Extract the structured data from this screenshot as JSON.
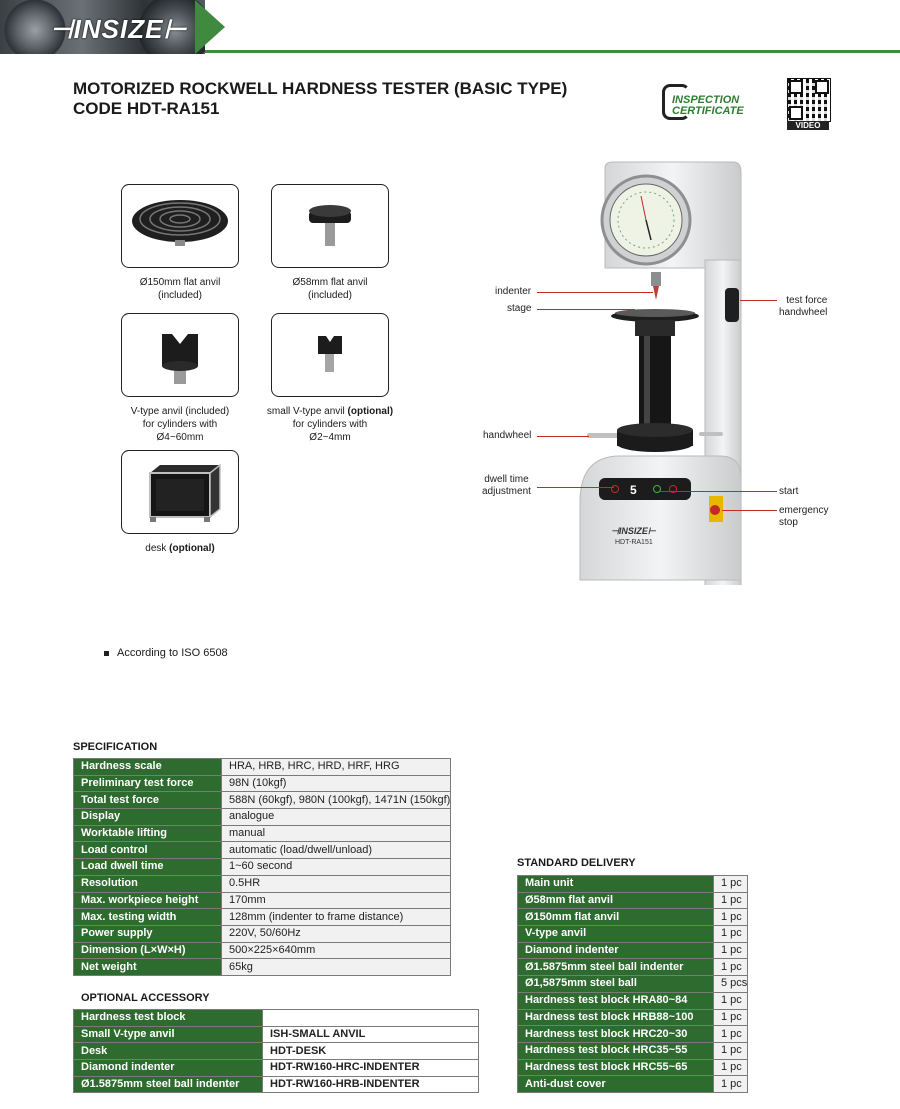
{
  "header": {
    "logo": "⊣INSIZE⊢"
  },
  "title": {
    "line1": "MOTORIZED ROCKWELL HARDNESS TESTER (BASIC TYPE)",
    "line2": "CODE HDT-RA151"
  },
  "badges": {
    "cert_line1": "INSPECTION",
    "cert_line2": "CERTIFICATE",
    "video": "VIDEO"
  },
  "accessories": [
    {
      "lines": [
        "Ø150mm flat anvil",
        "(included)"
      ]
    },
    {
      "lines": [
        "Ø58mm flat anvil",
        "(included)"
      ]
    },
    {
      "lines": [
        "V-type anvil (included)",
        "for cylinders with",
        "Ø4~60mm"
      ]
    },
    {
      "pre": "small V-type anvil ",
      "bold": "(optional)",
      "lines": [
        "for cylinders with",
        "Ø2~4mm"
      ]
    },
    {
      "pre": "desk ",
      "bold": "(optional)"
    }
  ],
  "machine": {
    "labels": {
      "indenter": "indenter",
      "stage": "stage",
      "handwheel": "handwheel",
      "dwell1": "dwell time",
      "dwell2": "adjustment",
      "force1": "test force",
      "force2": "handwheel",
      "start": "start",
      "stop1": "emergency",
      "stop2": "stop"
    },
    "panel_digit": "5",
    "front_logo": "⊣INSIZE⊢",
    "front_code": "HDT-RA151"
  },
  "bullet": "According to ISO 6508",
  "specification": {
    "title": "SPECIFICATION",
    "rows": [
      [
        "Hardness scale",
        "HRA, HRB, HRC, HRD, HRF, HRG"
      ],
      [
        "Preliminary test force",
        "98N (10kgf)"
      ],
      [
        "Total test force",
        "588N (60kgf), 980N (100kgf), 1471N (150kgf)"
      ],
      [
        "Display",
        "analogue"
      ],
      [
        "Worktable lifting",
        "manual"
      ],
      [
        "Load control",
        "automatic (load/dwell/unload)"
      ],
      [
        "Load dwell time",
        "1~60 second"
      ],
      [
        "Resolution",
        "0.5HR"
      ],
      [
        "Max. workpiece height",
        "170mm"
      ],
      [
        "Max. testing width",
        "128mm (indenter to frame distance)"
      ],
      [
        "Power supply",
        "220V, 50/60Hz"
      ],
      [
        "Dimension (L×W×H)",
        "500×225×640mm"
      ],
      [
        "Net weight",
        "65kg"
      ]
    ]
  },
  "optional": {
    "title": "OPTIONAL ACCESSORY",
    "rows": [
      [
        "Hardness test block",
        ""
      ],
      [
        "Small V-type anvil",
        "ISH-SMALL ANVIL"
      ],
      [
        "Desk",
        "HDT-DESK"
      ],
      [
        "Diamond indenter",
        "HDT-RW160-HRC-INDENTER"
      ],
      [
        "Ø1.5875mm steel ball indenter",
        "HDT-RW160-HRB-INDENTER"
      ]
    ]
  },
  "delivery": {
    "title": "STANDARD DELIVERY",
    "rows": [
      [
        "Main unit",
        "1 pc"
      ],
      [
        "Ø58mm flat anvil",
        "1 pc"
      ],
      [
        "Ø150mm flat anvil",
        "1 pc"
      ],
      [
        "V-type anvil",
        "1 pc"
      ],
      [
        "Diamond indenter",
        "1 pc"
      ],
      [
        "Ø1.5875mm steel ball indenter",
        "1 pc"
      ],
      [
        "Ø1,5875mm steel ball",
        "5 pcs"
      ],
      [
        "Hardness test block HRA80~84",
        "1 pc"
      ],
      [
        "Hardness test block HRB88~100",
        "1 pc"
      ],
      [
        "Hardness test block HRC20~30",
        "1 pc"
      ],
      [
        "Hardness test block HRC35~55",
        "1 pc"
      ],
      [
        "Hardness test block HRC55~65",
        "1 pc"
      ],
      [
        "Anti-dust cover",
        "1 pc"
      ]
    ]
  }
}
